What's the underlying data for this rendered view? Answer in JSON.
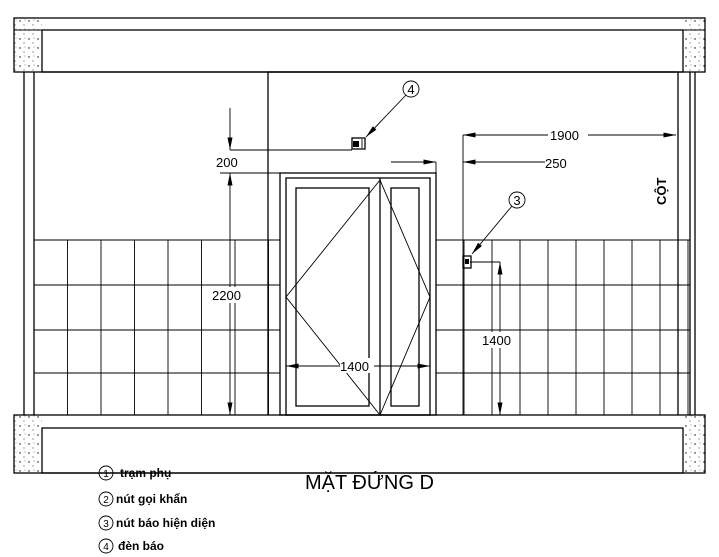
{
  "drawing": {
    "title": "MẶT ĐỨNG D",
    "column_label": "CỘT",
    "dimensions": {
      "top_gap": "200",
      "door_height": "2200",
      "door_width": "1400",
      "button_height": "1400",
      "column_offset": "1900",
      "button_offset": "250"
    },
    "callouts": [
      {
        "num": "4"
      },
      {
        "num": "3"
      }
    ],
    "legend": [
      {
        "num": "1",
        "label": "trạm phụ"
      },
      {
        "num": "2",
        "label": "nút gọi khẩn"
      },
      {
        "num": "3",
        "label": "nút báo hiện diện"
      },
      {
        "num": "4",
        "label": "đèn báo"
      }
    ]
  }
}
